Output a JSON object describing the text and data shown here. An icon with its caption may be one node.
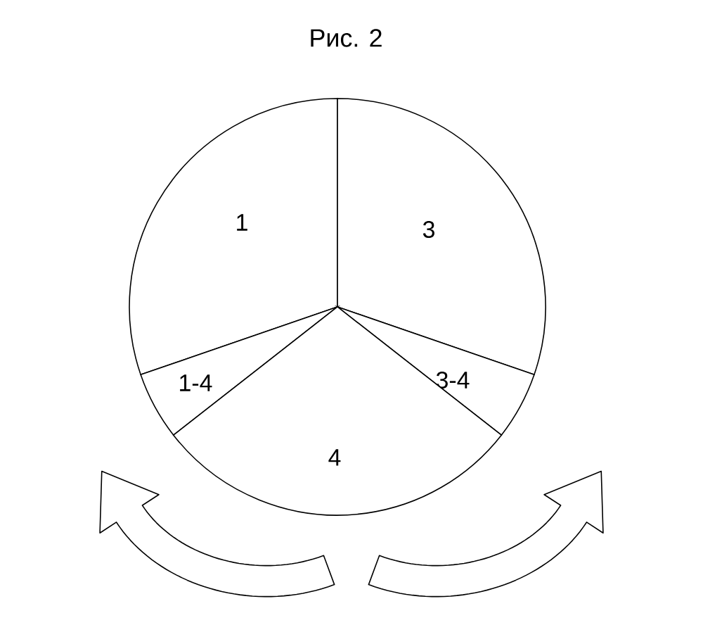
{
  "diagram": {
    "title": "Рис. 2",
    "nodes": [
      {
        "text": [
          "1"
        ]
      },
      {
        "text": [
          "3"
        ]
      },
      {
        "text": [
          "1-4"
        ]
      },
      {
        "text": [
          "3-4"
        ]
      },
      {
        "text": [
          "4"
        ]
      }
    ]
  }
}
